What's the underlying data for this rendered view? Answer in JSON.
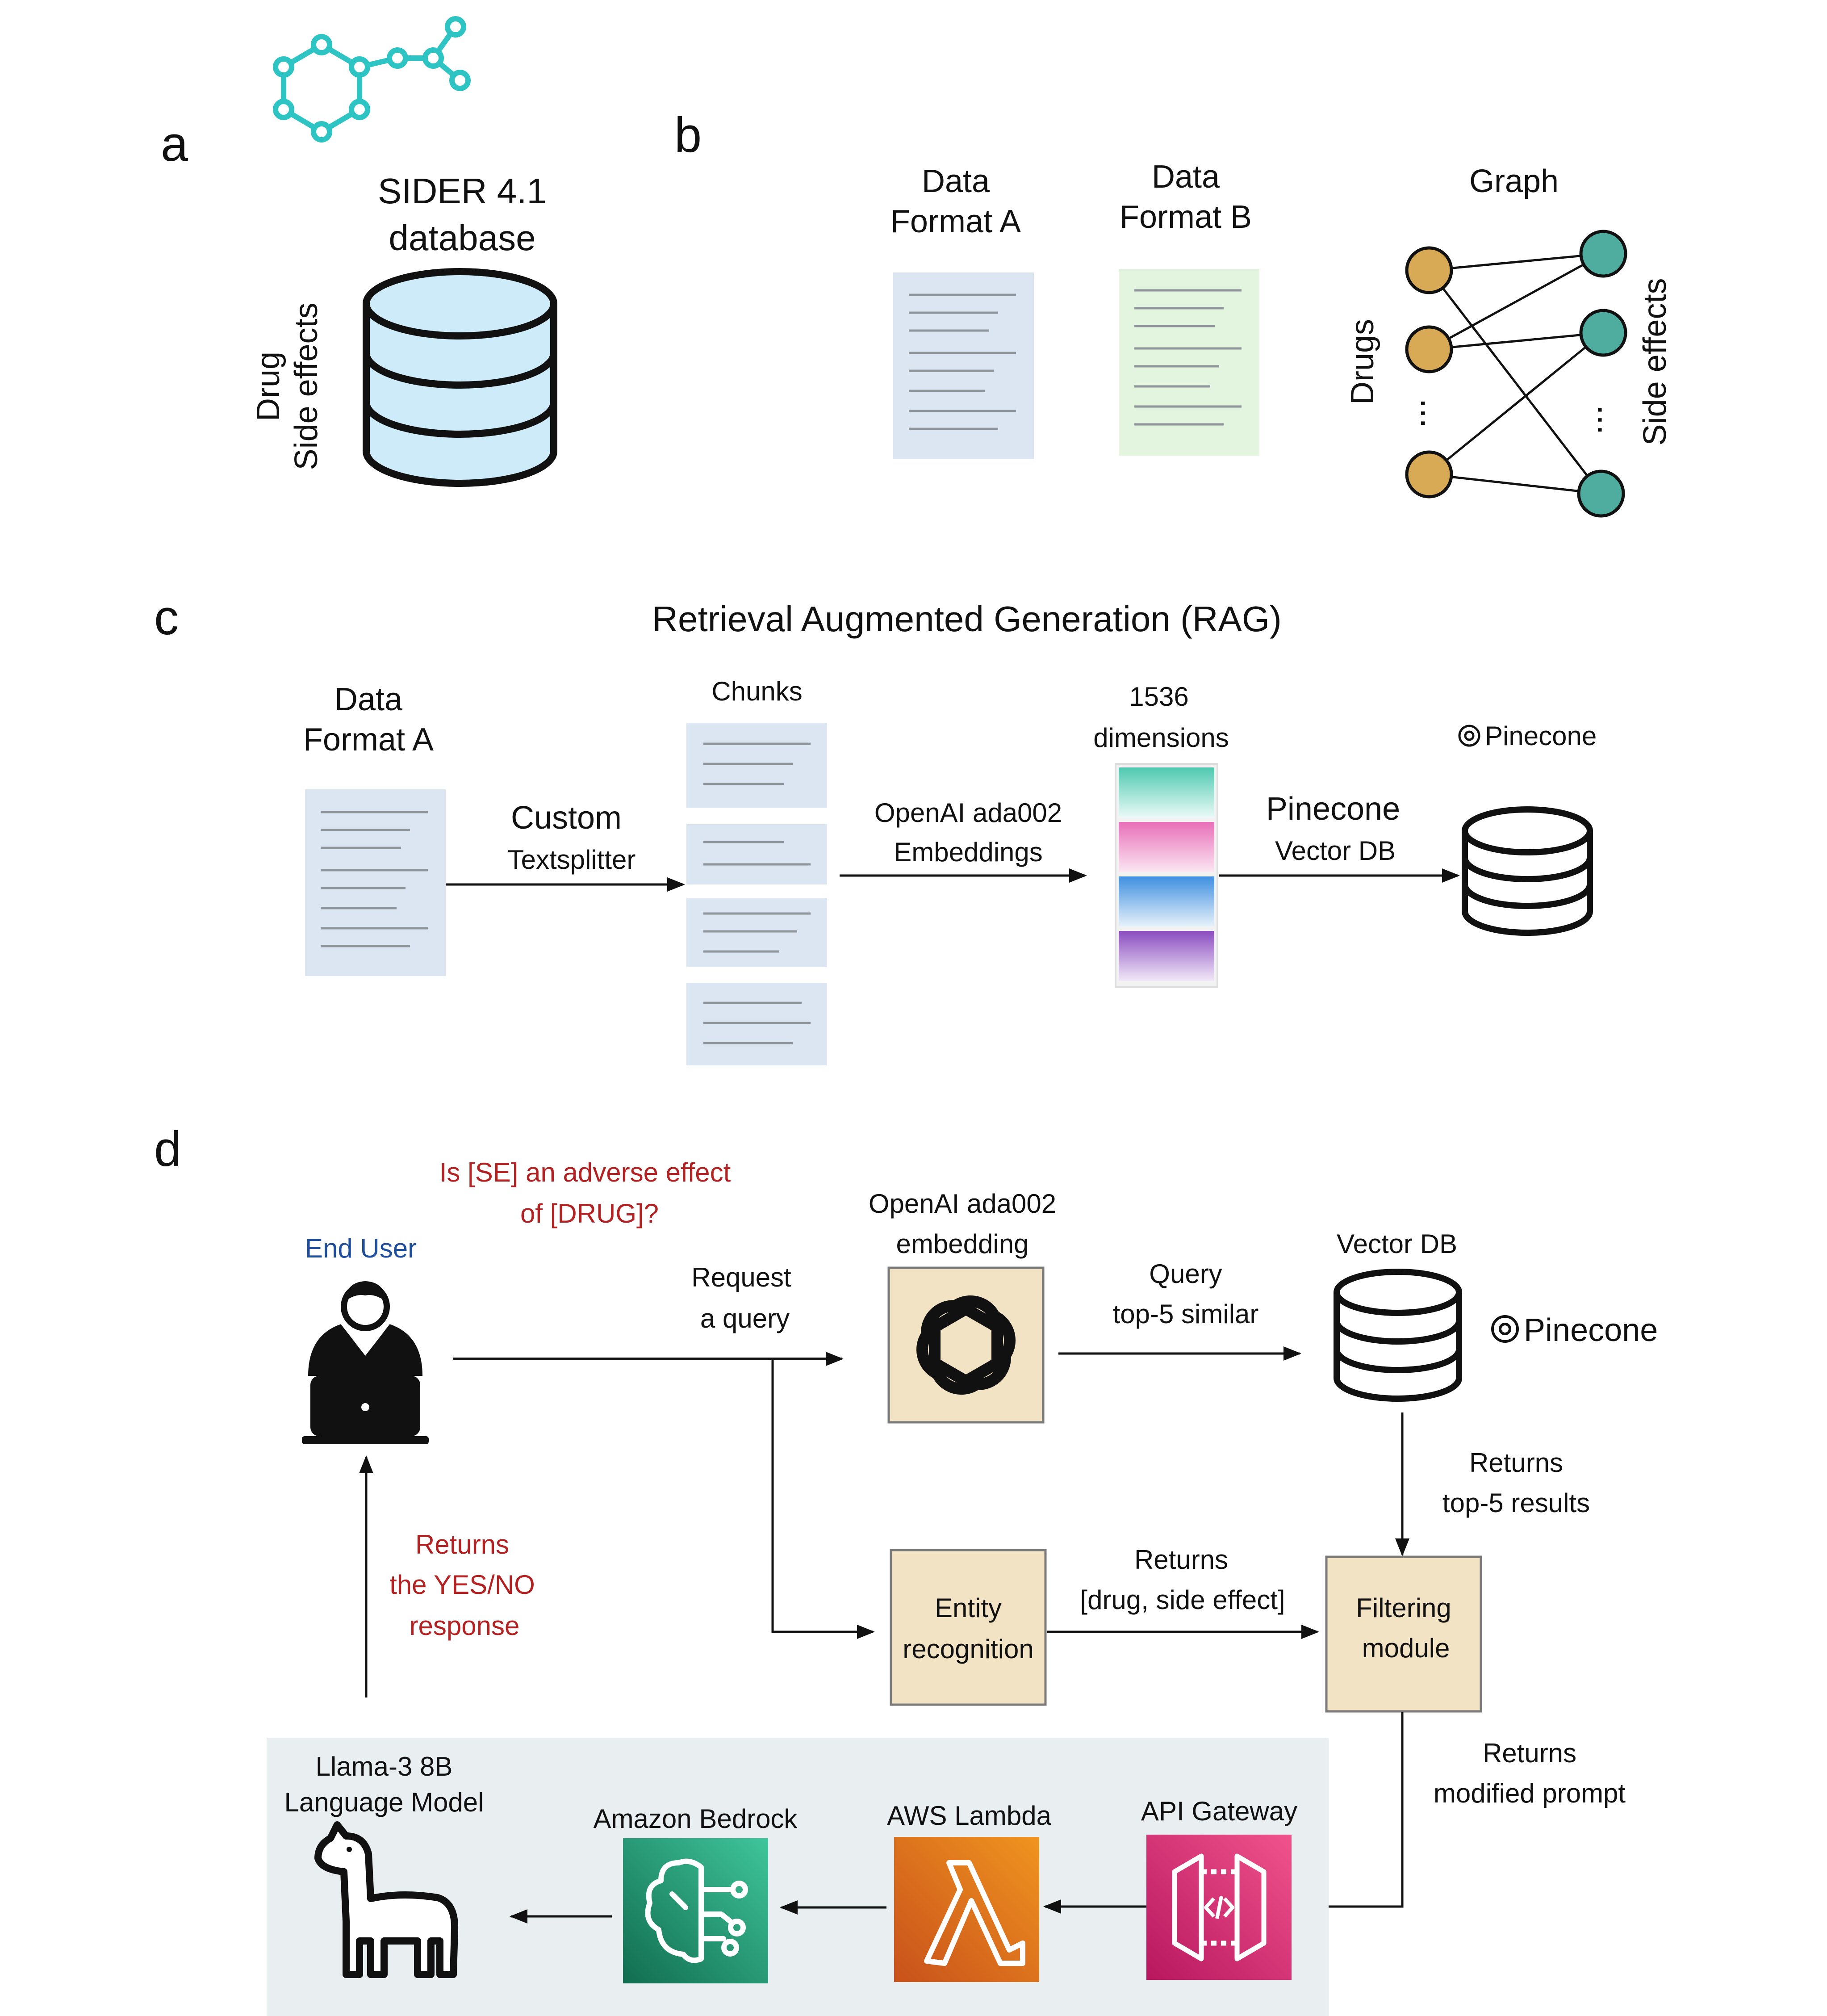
{
  "colors": {
    "text": "#111111",
    "doc_blue": "#dbe6f2",
    "doc_green": "#e3f4df",
    "drug_node": "#d8aa55",
    "side_effect_node": "#4fada0",
    "db_fill": "#cdebf8",
    "molecule": "#2ec4c4",
    "box_fill": "#f2e3c4",
    "aws_panel": "#e9eff1",
    "question_red": "#b22222",
    "user_blue": "#1f4e9c",
    "bedrock": "#1f8f6e",
    "lambda": "#e0781c",
    "gateway": "#e2457c"
  },
  "icons": {
    "molecule": "molecule-icon",
    "database": "database-icon",
    "doctor": "doctor-laptop-icon",
    "openai": "openai-icon",
    "pinecone": "pinecone-icon",
    "llama": "llama-icon",
    "bedrock": "bedrock-brain-icon",
    "lambda": "lambda-icon",
    "gateway": "api-gateway-icon"
  },
  "panel_a": {
    "letter": "a",
    "db_title_1": "SIDER 4.1",
    "db_title_2": "database",
    "side_label_1": "Drug",
    "side_label_2": "Side effects"
  },
  "panel_b": {
    "letter": "b",
    "format_a_1": "Data",
    "format_a_2": "Format A",
    "format_b_1": "Data",
    "format_b_2": "Format B",
    "graph_title": "Graph",
    "drugs_label": "Drugs",
    "side_effects_label": "Side effects",
    "ellipsis": "..."
  },
  "panel_c": {
    "letter": "c",
    "title": "Retrieval Augmented Generation (RAG)",
    "source_1": "Data",
    "source_2": "Format A",
    "splitter_1": "Custom",
    "splitter_2": "Textsplitter",
    "chunks": "Chunks",
    "embed_1": "OpenAI ada002",
    "embed_2": "Embeddings",
    "dims_1": "1536",
    "dims_2": "dimensions",
    "vdb_1": "Pinecone",
    "vdb_2": "Vector DB",
    "brand": "Pinecone"
  },
  "panel_d": {
    "letter": "d",
    "question_1": "Is [SE] an adverse effect",
    "question_2": "of [DRUG]?",
    "end_user": "End User",
    "request_1": "Request",
    "request_2": "a query",
    "openai_1": "OpenAI ada002",
    "openai_2": "embedding",
    "query_1": "Query",
    "query_2": "top-5 similar",
    "vector_db": "Vector DB",
    "pinecone": "Pinecone",
    "returns_top_1": "Returns",
    "returns_top_2": "top-5 results",
    "entity_1": "Entity",
    "entity_2": "recognition",
    "returns_pair_1": "Returns",
    "returns_pair_2": "[drug, side effect]",
    "filter_1": "Filtering",
    "filter_2": "module",
    "returns_yes_1": "Returns",
    "returns_yes_2": "the YES/NO",
    "returns_yes_3": "response",
    "returns_prompt_1": "Returns",
    "returns_prompt_2": "modified prompt",
    "llama_1": "Llama-3 8B",
    "llama_2": "Language Model",
    "bedrock": "Amazon Bedrock",
    "lambda": "AWS Lambda",
    "gateway": "API Gateway"
  }
}
